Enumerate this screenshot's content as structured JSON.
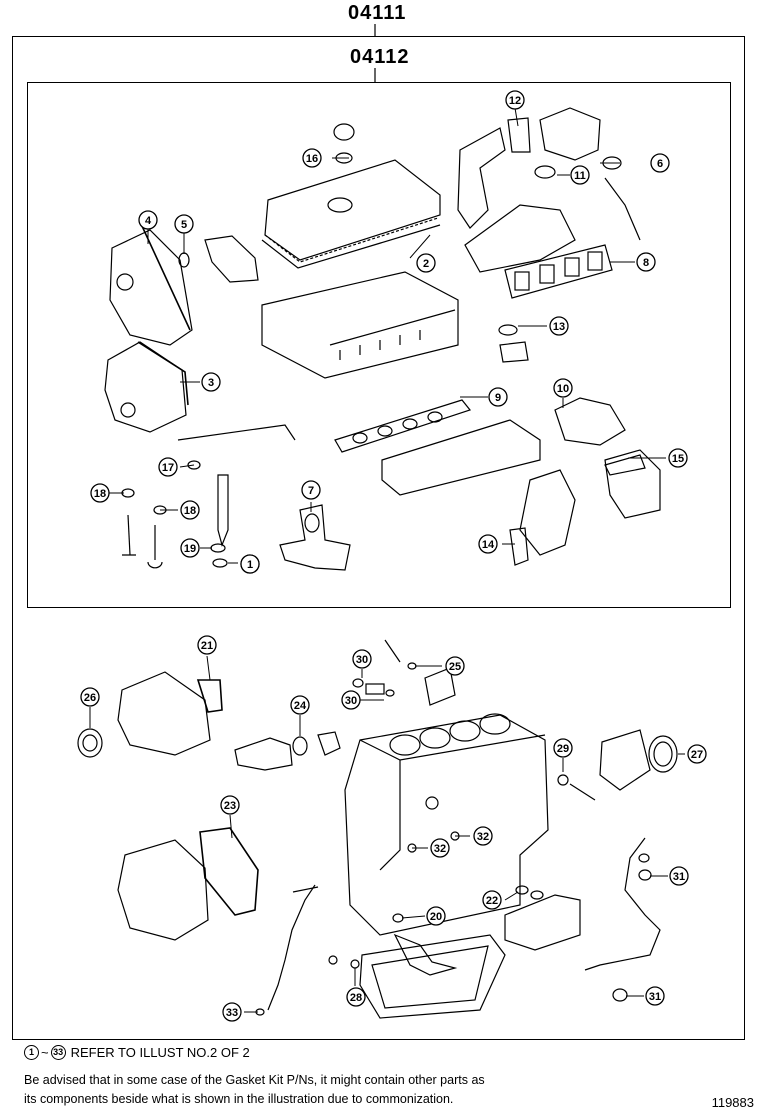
{
  "header": {
    "assembly_code": "04111",
    "kit_code": "04112"
  },
  "callouts": [
    "1",
    "2",
    "3",
    "4",
    "5",
    "6",
    "7",
    "8",
    "9",
    "10",
    "11",
    "12",
    "13",
    "14",
    "15",
    "16",
    "17",
    "18",
    "18",
    "19",
    "1",
    "20",
    "21",
    "22",
    "23",
    "24",
    "25",
    "26",
    "27",
    "28",
    "29",
    "30",
    "30",
    "31",
    "31",
    "32",
    "32",
    "33"
  ],
  "footer": {
    "refer_from": "1",
    "refer_sep": "~",
    "refer_to": "33",
    "refer_text": "REFER TO ILLUST NO.2 OF 2",
    "note_line1": "Be advised that in some case of the Gasket Kit P/Ns,  it might contain other parts as",
    "note_line2": "its components beside what is shown in the illustration due to commonization.",
    "illustration_number": "119883"
  }
}
